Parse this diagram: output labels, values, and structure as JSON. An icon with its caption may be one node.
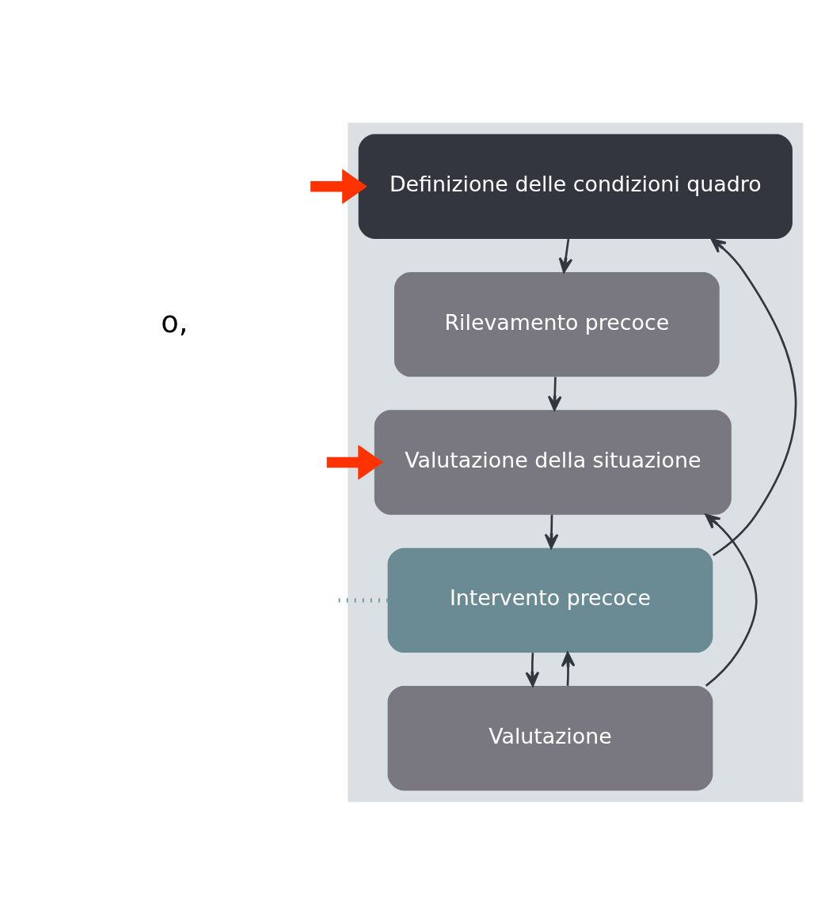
{
  "diagram": {
    "nodes": [
      {
        "text": [],
        "shape": "box"
      },
      {
        "text": [
          "Definizione delle condizioni quadro"
        ],
        "in": 0
      },
      {
        "text": [
          "Rilevamento precoce"
        ],
        "in": 0
      },
      {
        "text": [
          "Valutazione della situazione"
        ],
        "in": 0
      },
      {
        "text": [
          "Intervento precoce"
        ],
        "in": 0
      },
      {
        "text": [
          "Valutazione"
        ],
        "in": 0
      }
    ],
    "edges": [
      {
        "from": 1,
        "to": 2,
        "arrow": "to"
      },
      {
        "from": 2,
        "to": 3,
        "arrow": "to"
      },
      {
        "from": 3,
        "to": 4,
        "arrow": "to"
      },
      {
        "from": 4,
        "to": 5,
        "arrow": "to"
      },
      {
        "from": 4,
        "to": 1,
        "arrow": "to"
      },
      {
        "from": 5,
        "to": 4,
        "arrow": "to"
      },
      {
        "from": 5,
        "to": 3,
        "arrow": "to"
      },
      {
        "from": null,
        "to": 1,
        "arrow": "to",
        "style": "thick",
        "color": "#ff3300"
      },
      {
        "from": null,
        "to": 3,
        "arrow": "to",
        "style": "thick",
        "color": "#ff3300"
      },
      {
        "from": null,
        "to": 4,
        "arrow": "none",
        "style": "dashed",
        "color": "#6a8b93"
      }
    ],
    "labels": [
      "o,"
    ]
  }
}
